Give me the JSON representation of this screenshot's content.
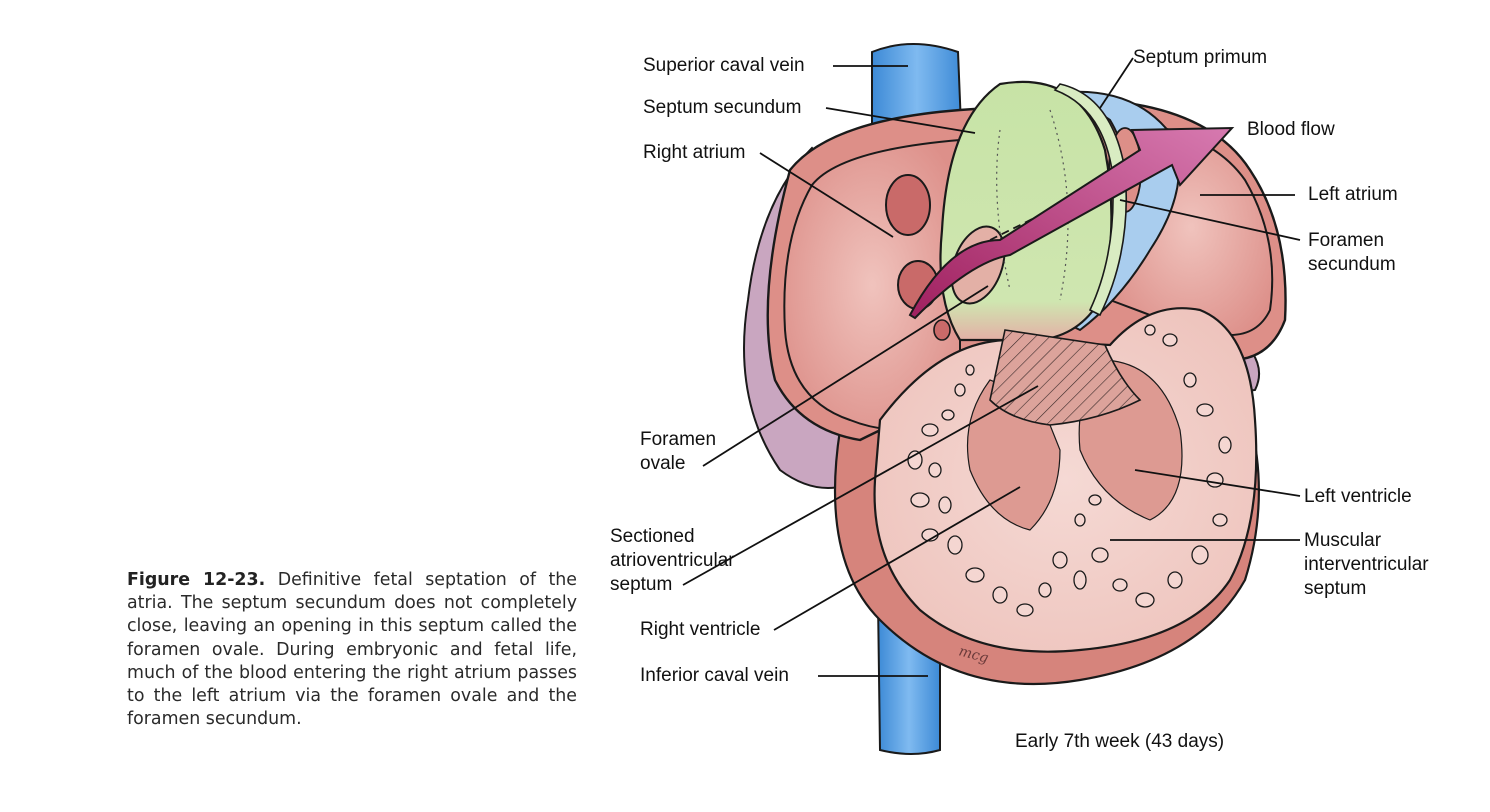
{
  "figure": {
    "number": "Figure 12-23.",
    "caption": "Definitive fetal septation of the atria. The septum secundum does not completely close, leaving an opening in this septum called the foramen ovale. During embryonic and fetal life, much of the blood entering the right atrium passes to the left atrium via the foramen ovale and the foramen secundum.",
    "stage_label": "Early 7th week (43 days)",
    "signature": "mcg"
  },
  "labels": {
    "superior_caval_vein": "Superior caval vein",
    "septum_secundum": "Septum secundum",
    "right_atrium": "Right atrium",
    "septum_primum": "Septum primum",
    "blood_flow": "Blood flow",
    "left_atrium": "Left atrium",
    "foramen_secundum": "Foramen\nsecundum",
    "foramen_ovale": "Foramen\novale",
    "left_ventricle": "Left ventricle",
    "sectioned_av_septum": "Sectioned\natrioventricular\nseptum",
    "muscular_iv_septum": "Muscular\ninterventricular\nseptum",
    "right_ventricle": "Right ventricle",
    "inferior_caval_vein": "Inferior caval vein"
  },
  "colors": {
    "vein": "#5aa2e0",
    "heart_wall": "#d98a82",
    "chamber_interior": "#e9aaa3",
    "pericardial_purple": "#c9a6c0",
    "septum_secundum": "#c6e0a4",
    "septum_primum": "#a9cdee",
    "arrow": "#c2367e",
    "trabeculae": "#f1cfc9"
  }
}
